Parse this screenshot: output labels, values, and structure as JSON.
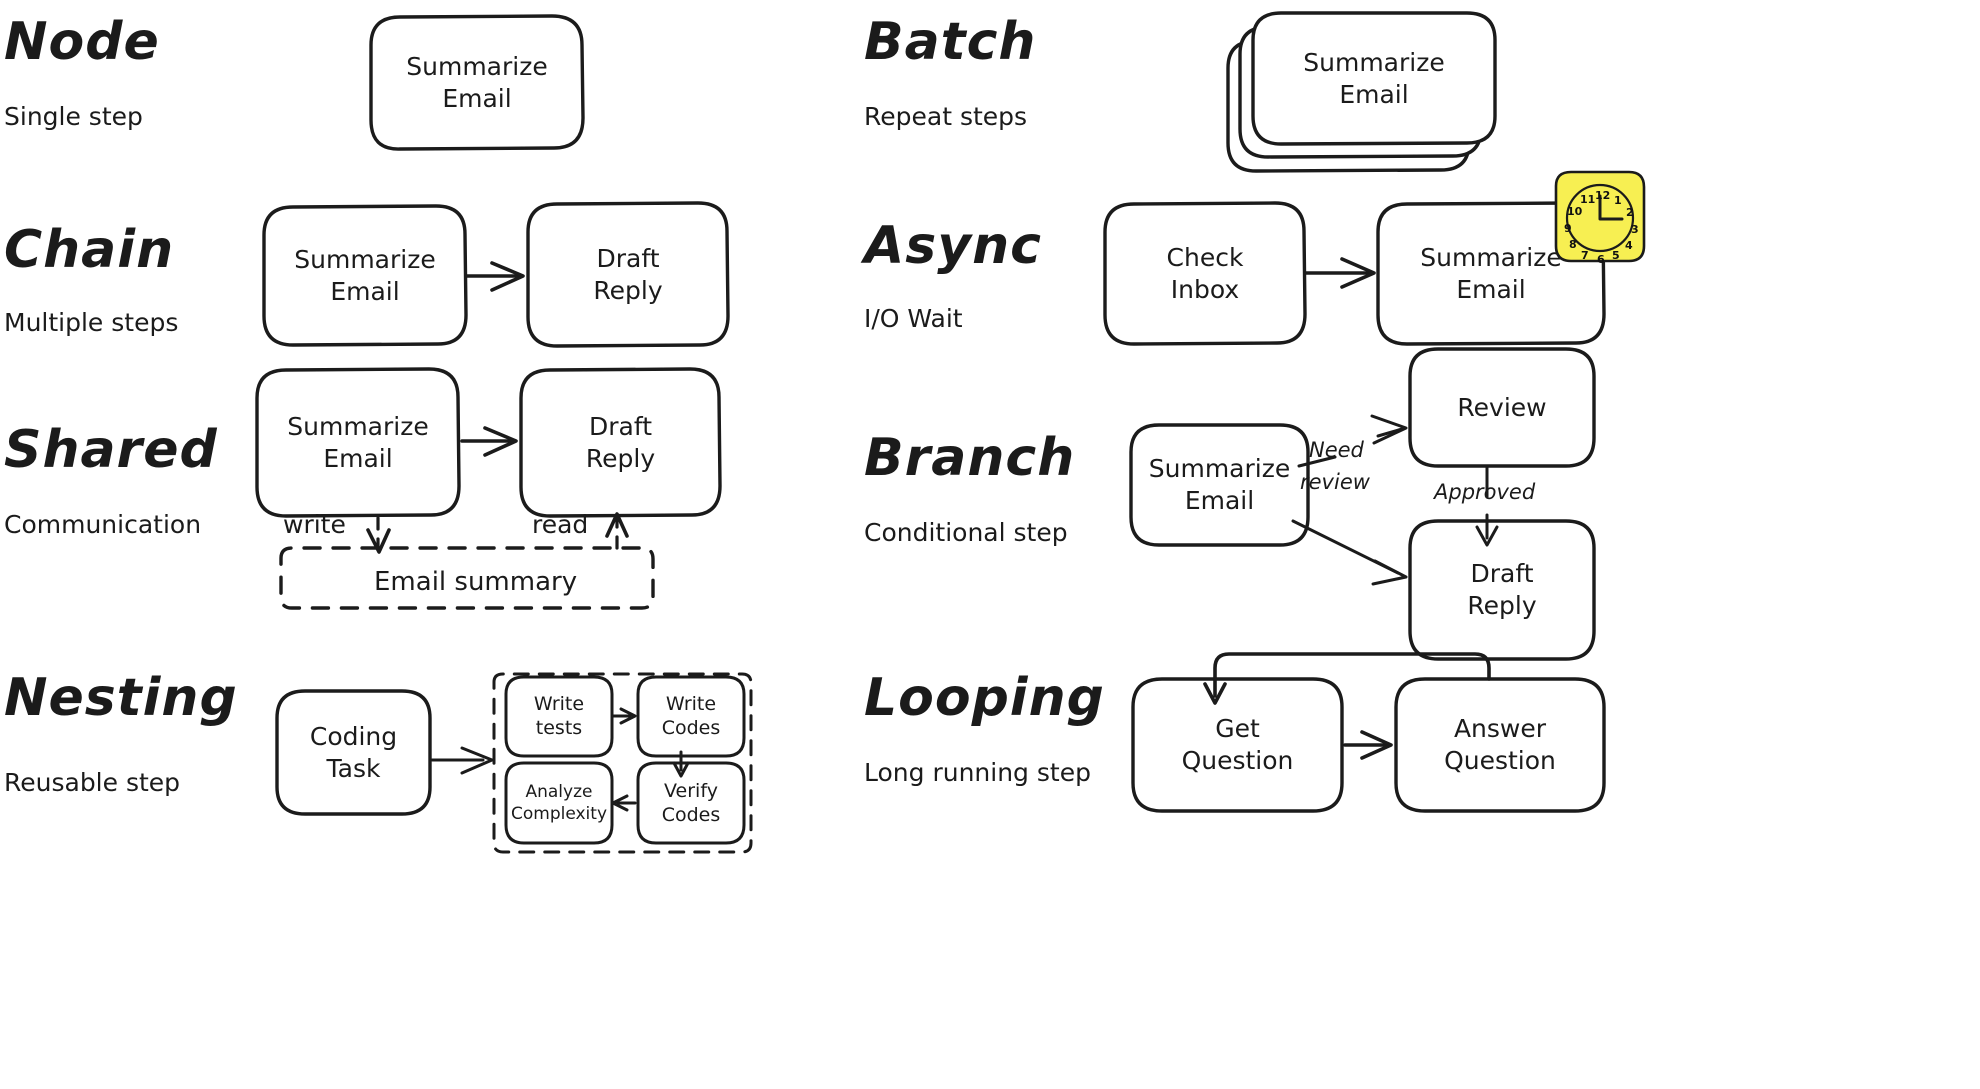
{
  "meta": {
    "bg_color": "#ffffff",
    "ink_color": "#1b1b1b",
    "accent_color": "#f7ef52"
  },
  "sections": [
    {
      "id": "node",
      "title": "Node",
      "subtitle": "Single step",
      "nodes": [
        {
          "id": "summarize-email",
          "label": "Summarize\nEmail"
        }
      ],
      "edges": [],
      "edge_labels": []
    },
    {
      "id": "batch",
      "title": "Batch",
      "subtitle": "Repeat steps",
      "nodes": [
        {
          "id": "summarize-email",
          "label": "Summarize\nEmail"
        }
      ],
      "edges": [],
      "edge_labels": [],
      "note": "stacked-cards"
    },
    {
      "id": "chain",
      "title": "Chain",
      "subtitle": "Multiple steps",
      "nodes": [
        {
          "id": "summarize-email",
          "label": "Summarize\nEmail"
        },
        {
          "id": "draft-reply",
          "label": "Draft\nReply"
        }
      ],
      "edges": [
        {
          "from": "summarize-email",
          "to": "draft-reply"
        }
      ],
      "edge_labels": []
    },
    {
      "id": "async",
      "title": "Async",
      "subtitle": "I/O Wait",
      "nodes": [
        {
          "id": "check-inbox",
          "label": "Check\nInbox"
        },
        {
          "id": "summarize-email",
          "label": "Summarize\nEmail"
        }
      ],
      "edges": [
        {
          "from": "check-inbox",
          "to": "summarize-email"
        }
      ],
      "edge_labels": [],
      "clock": {
        "icon": "clock-icon",
        "numbers": [
          "12",
          "1",
          "2",
          "3",
          "4",
          "5",
          "6",
          "7",
          "8",
          "9",
          "10",
          "11"
        ],
        "color": "#f7ef52"
      }
    },
    {
      "id": "shared",
      "title": "Shared",
      "subtitle": "Communication",
      "nodes": [
        {
          "id": "summarize-email",
          "label": "Summarize\nEmail"
        },
        {
          "id": "draft-reply",
          "label": "Draft\nReply"
        }
      ],
      "store": {
        "id": "email-summary",
        "label": "Email summary"
      },
      "edges": [
        {
          "from": "summarize-email",
          "to": "draft-reply"
        }
      ],
      "edge_labels": [
        "write",
        "read"
      ]
    },
    {
      "id": "branch",
      "title": "Branch",
      "subtitle": "Conditional step",
      "nodes": [
        {
          "id": "summarize-email",
          "label": "Summarize\nEmail"
        },
        {
          "id": "review",
          "label": "Review"
        },
        {
          "id": "draft-reply",
          "label": "Draft\nReply"
        }
      ],
      "edges": [
        {
          "from": "summarize-email",
          "to": "review"
        },
        {
          "from": "review",
          "to": "draft-reply"
        },
        {
          "from": "summarize-email",
          "to": "draft-reply"
        }
      ],
      "edge_labels": [
        "Need\nreview",
        "Approved"
      ]
    },
    {
      "id": "nesting",
      "title": "Nesting",
      "subtitle": "Reusable step",
      "nodes": [
        {
          "id": "coding-task",
          "label": "Coding\nTask"
        },
        {
          "id": "write-tests",
          "label": "Write\ntests"
        },
        {
          "id": "write-codes",
          "label": "Write\nCodes"
        },
        {
          "id": "verify-codes",
          "label": "Verify\nCodes"
        },
        {
          "id": "analyze-complexity",
          "label": "Analyze\nComplexity"
        }
      ],
      "edges": [
        {
          "from": "coding-task",
          "to": "write-tests"
        },
        {
          "from": "write-tests",
          "to": "write-codes"
        },
        {
          "from": "write-codes",
          "to": "verify-codes"
        },
        {
          "from": "verify-codes",
          "to": "analyze-complexity"
        }
      ],
      "edge_labels": []
    },
    {
      "id": "looping",
      "title": "Looping",
      "subtitle": "Long running step",
      "nodes": [
        {
          "id": "get-question",
          "label": "Get\nQuestion"
        },
        {
          "id": "answer-question",
          "label": "Answer\nQuestion"
        }
      ],
      "edges": [
        {
          "from": "get-question",
          "to": "answer-question"
        },
        {
          "from": "answer-question",
          "to": "get-question"
        }
      ],
      "edge_labels": []
    }
  ],
  "labels": {
    "node_title": "Node",
    "node_sub": "Single step",
    "batch_title": "Batch",
    "batch_sub": "Repeat steps",
    "chain_title": "Chain",
    "chain_sub": "Multiple steps",
    "async_title": "Async",
    "async_sub": "I/O Wait",
    "shared_title": "Shared",
    "shared_sub": "Communication",
    "branch_title": "Branch",
    "branch_sub": "Conditional step",
    "nesting_title": "Nesting",
    "nesting_sub": "Reusable step",
    "looping_title": "Looping",
    "looping_sub": "Long running step",
    "summarize_email": "Summarize\nEmail",
    "draft_reply": "Draft\nReply",
    "check_inbox": "Check\nInbox",
    "review": "Review",
    "email_summary": "Email summary",
    "write": "write",
    "read": "read",
    "need_review": "Need",
    "need_review2": "review",
    "approved": "Approved",
    "coding_task": "Coding\nTask",
    "write_tests": "Write\ntests",
    "write_codes": "Write\nCodes",
    "verify_codes": "Verify\nCodes",
    "analyze_complexity": "Analyze\nComplexity",
    "get_question": "Get\nQuestion",
    "answer_question": "Answer\nQuestion"
  },
  "clock_numbers": [
    "12",
    "1",
    "2",
    "3",
    "4",
    "5",
    "6",
    "7",
    "8",
    "9",
    "10",
    "11"
  ]
}
